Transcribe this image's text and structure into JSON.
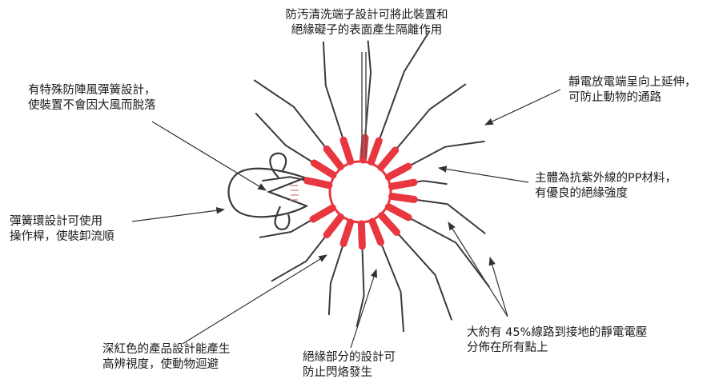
{
  "diagram": {
    "colors": {
      "background": "#ffffff",
      "wire": "#3a3a3a",
      "insulator": "#e8373e",
      "arrow": "#333333",
      "text": "#1a1a1a"
    },
    "annotations": [
      {
        "id": "top",
        "lines": [
          "防汚清洗端子設計可將此裝置和",
          "絕緣礙子的表面產生隔離作用"
        ]
      },
      {
        "id": "upper-left",
        "lines": [
          "有特殊防陣風彈簧設計，",
          "使裝置不會因大風而脫落"
        ]
      },
      {
        "id": "upper-right",
        "lines": [
          "靜電放電端呈向上延伸，",
          "可防止動物的通路"
        ]
      },
      {
        "id": "right",
        "lines": [
          "主體為抗紫外線的PP材料，",
          "有優良的絕緣強度"
        ]
      },
      {
        "id": "left",
        "lines": [
          "彈簧環設計可使用",
          "操作桿，使裝卸流順"
        ]
      },
      {
        "id": "bottom-left",
        "lines": [
          "深紅色的產品設計能產生",
          "高辨視度，使動物迴避"
        ]
      },
      {
        "id": "bottom-center",
        "lines": [
          "絕緣部分的設計可",
          "防止閃烙發生"
        ]
      },
      {
        "id": "bottom-right",
        "lines": [
          "大約有 45%線路到接地的靜電電壓",
          "分佈在所有點上"
        ]
      }
    ]
  }
}
